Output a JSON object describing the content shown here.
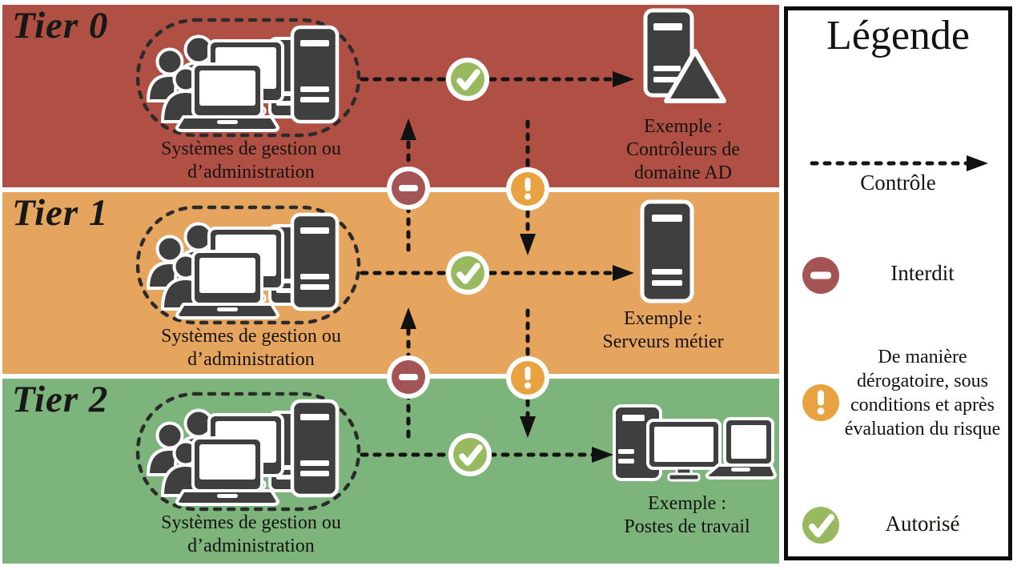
{
  "colors": {
    "tier0_bg": "#b05045",
    "tier1_bg": "#e6a55f",
    "tier2_bg": "#7cb47c",
    "forbidden": "#a45454",
    "conditional": "#e8a340",
    "allowed": "#98b95f",
    "icon_dark": "#3f3f3f",
    "text": "#151310"
  },
  "icons": {
    "allowed": "check-circle",
    "forbidden": "no-entry-circle",
    "conditional": "exclamation-circle",
    "control": "dashed-arrow-right"
  },
  "tiers": [
    {
      "name": "Tier 0",
      "cluster_caption": "Systèmes de gestion ou d’administration",
      "example_label": "Exemple :",
      "example_value": "Contrôleurs de domaine AD",
      "example_icon": "domain-controller-server-icon",
      "flow_to_example": "allowed",
      "flow_from_lower_tier": "forbidden",
      "flow_to_lower_tier": "conditional"
    },
    {
      "name": "Tier 1",
      "cluster_caption": "Systèmes de gestion ou d’administration",
      "example_label": "Exemple :",
      "example_value": "Serveurs métier",
      "example_icon": "business-server-icon",
      "flow_to_example": "allowed",
      "flow_from_lower_tier": "forbidden",
      "flow_to_lower_tier": "conditional"
    },
    {
      "name": "Tier 2",
      "cluster_caption": "Systèmes de gestion ou d’administration",
      "example_label": "Exemple :",
      "example_value": "Postes de travail",
      "example_icon": "workstations-icon",
      "flow_to_example": "allowed"
    }
  ],
  "legend": {
    "title": "Légende",
    "items": [
      {
        "icon": "control-arrow-icon",
        "label": "Contrôle"
      },
      {
        "icon": "forbidden-icon",
        "label": "Interdit"
      },
      {
        "icon": "conditional-icon",
        "label": "De manière dérogatoire, sous conditions et après évaluation du risque"
      },
      {
        "icon": "allowed-icon",
        "label": "Autorisé"
      }
    ]
  }
}
